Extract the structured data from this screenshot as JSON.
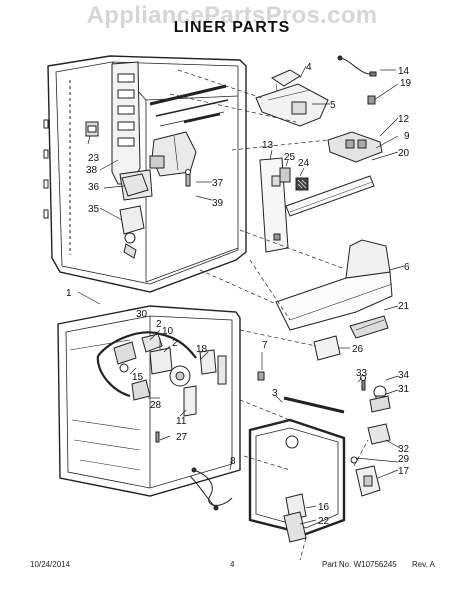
{
  "watermark": "AppliancePartsPros.com",
  "title": "LINER PARTS",
  "callouts": {
    "c1": "1",
    "c2a": "2",
    "c2b": "2",
    "c3": "3",
    "c4": "4",
    "c5": "5",
    "c6": "6",
    "c7": "7",
    "c8": "8",
    "c9": "9",
    "c10": "10",
    "c11": "11",
    "c12": "12",
    "c13": "13",
    "c14": "14",
    "c15": "15",
    "c16": "16",
    "c17": "17",
    "c18": "18",
    "c19": "19",
    "c20": "20",
    "c21": "21",
    "c22": "22",
    "c23": "23",
    "c24": "24",
    "c25": "25",
    "c26": "26",
    "c27": "27",
    "c28": "28",
    "c29": "29",
    "c30": "30",
    "c31": "31",
    "c32": "32",
    "c33": "33",
    "c34": "34",
    "c35": "35",
    "c36": "36",
    "c37": "37",
    "c38": "38",
    "c39": "39"
  },
  "footer": {
    "date": "10/24/2014",
    "page": "4",
    "part": "Part No. W10756245",
    "rev": "Rev. A"
  }
}
